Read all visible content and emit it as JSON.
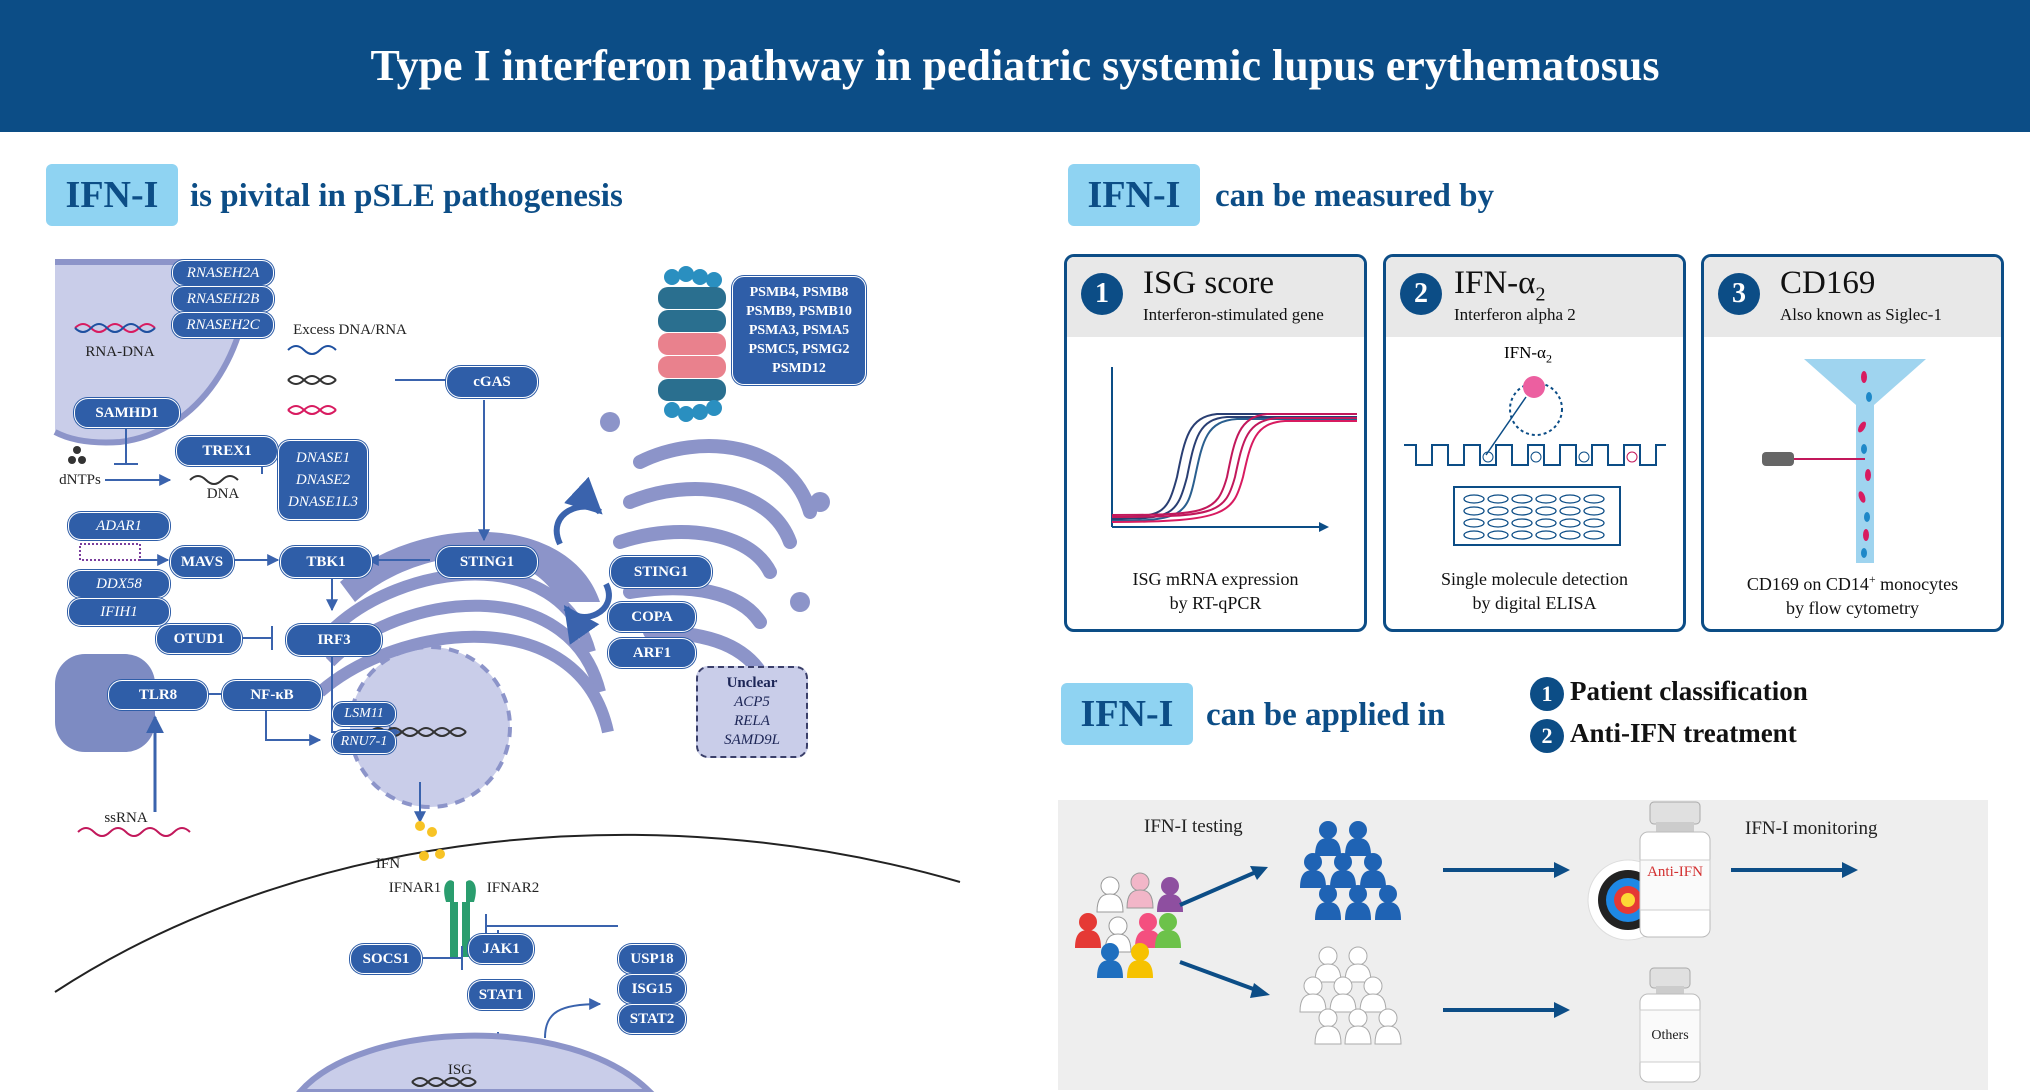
{
  "header": {
    "title": "Type I interferon pathway in pediatric systemic lupus erythematosus"
  },
  "section_left": {
    "badge": "IFN-I",
    "text": "is pivital in pSLE pathogenesis"
  },
  "section_measure": {
    "badge": "IFN-I",
    "text": "can be measured by"
  },
  "section_apply": {
    "badge": "IFN-I",
    "text": "can be applied in"
  },
  "apply_items": [
    {
      "num": "1",
      "label": "Patient classification"
    },
    {
      "num": "2",
      "label": "Anti-IFN treatment"
    }
  ],
  "measure_panels": [
    {
      "num": "1",
      "title": "ISG score",
      "subtitle": "Interferon-stimulated gene",
      "caption1": "ISG mRNA expression",
      "caption2": "by RT-qPCR"
    },
    {
      "num": "2",
      "title": "IFN-α",
      "title_sub": "2",
      "subtitle": "Interferon alpha 2",
      "inner_label": "IFN-α",
      "inner_label_sub": "2",
      "caption1": "Single molecule detection",
      "caption2": "by digital ELISA"
    },
    {
      "num": "3",
      "title": "CD169",
      "subtitle": "Also known as Siglec-1",
      "caption1_pre": "CD169 on CD14",
      "caption1_sup": "+",
      "caption1_post": " monocytes",
      "caption2": "by flow cytometry"
    }
  ],
  "application": {
    "testing_label": "IFN-I testing",
    "monitoring_label": "IFN-I monitoring",
    "anti_ifn_label": "Anti-IFN",
    "others_label": "Others"
  },
  "pathway": {
    "rnaseh": [
      "RNASEH2A",
      "RNASEH2B",
      "RNASEH2C"
    ],
    "rna_dna": "RNA-DNA",
    "samhd1": "SAMHD1",
    "dntps": "dNTPs",
    "trex1": "TREX1",
    "dna": "DNA",
    "dnase": [
      "DNASE1",
      "DNASE2",
      "DNASE1L3"
    ],
    "excess": "Excess DNA/RNA",
    "cgas": "cGAS",
    "psm": [
      "PSMB4, PSMB8",
      "PSMB9, PSMB10",
      "PSMA3, PSMA5",
      "PSMC5, PSMG2",
      "PSMD12"
    ],
    "adar": "ADAR1",
    "ddx58": "DDX58",
    "ifih1": "IFIH1",
    "mavs": "MAVS",
    "tbk1": "TBK1",
    "sting1_a": "STING1",
    "sting1_b": "STING1",
    "copa": "COPA",
    "arf1": "ARF1",
    "otud1": "OTUD1",
    "irf3": "IRF3",
    "tlr8": "TLR8",
    "nfkb": "NF-κB",
    "lsm11": "LSM11",
    "rnu7": "RNU7-1",
    "unclear": [
      "Unclear",
      "ACP5",
      "RELA",
      "SAMD9L"
    ],
    "ssrna": "ssRNA",
    "ifn": "IFN",
    "ifnar1": "IFNAR1",
    "ifnar2": "IFNAR2",
    "socs1": "SOCS1",
    "jak1": "JAK1",
    "stat1": "STAT1",
    "usp18": "USP18",
    "isg15": "ISG15",
    "stat2": "STAT2",
    "isg": "ISG"
  },
  "colors": {
    "navy": "#0c4d86",
    "badge": "#8fd3f2",
    "node": "#2f5ea8",
    "cell": "#c9cde9",
    "arrow": "#3a63ad"
  }
}
